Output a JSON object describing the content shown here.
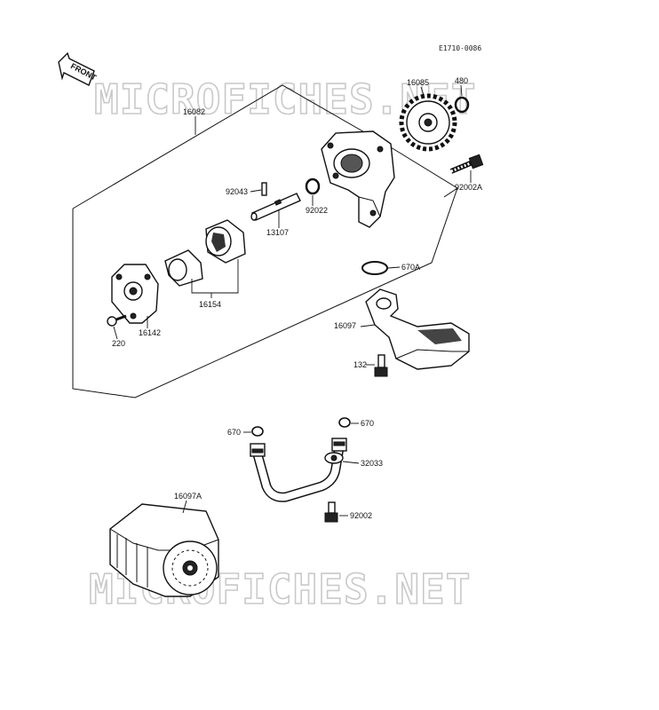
{
  "drawing_code": "E1710-0086",
  "front_arrow_label": "FRONT",
  "watermark_text": "MICROFICHES.NET",
  "part_labels": {
    "p16082": "16082",
    "p16085": "16085",
    "p480": "480",
    "p92043": "92043",
    "p92022": "92022",
    "p13107": "13107",
    "p92002A": "92002A",
    "p670A": "670A",
    "p16154": "16154",
    "p16142": "16142",
    "p220": "220",
    "p16097": "16097",
    "p132": "132",
    "p670_left": "670",
    "p670_right": "670",
    "p32033": "32033",
    "p16097A": "16097A",
    "p92002": "92002"
  }
}
